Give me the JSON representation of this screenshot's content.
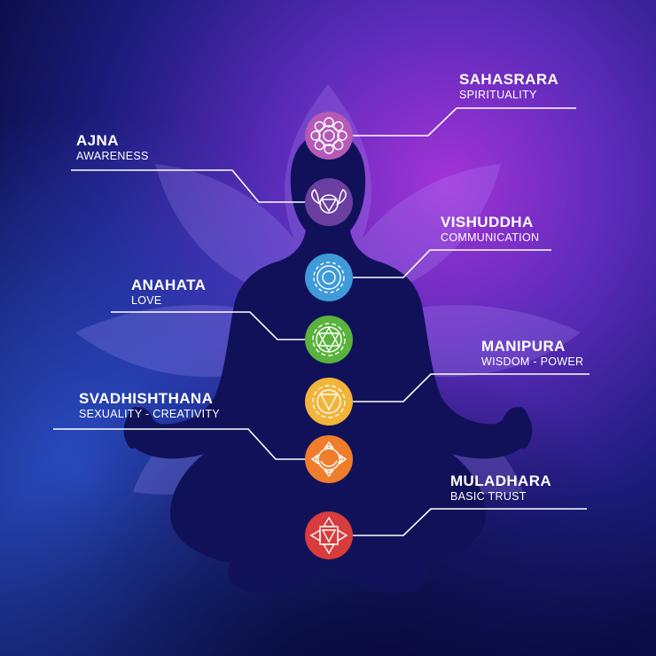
{
  "chakras": [
    {
      "key": "sahasrara",
      "name": "SAHASRARA",
      "meaning": "SPIRITUALITY",
      "color": "#b45bb7",
      "side": "right"
    },
    {
      "key": "ajna",
      "name": "AJNA",
      "meaning": "AWARENESS",
      "color": "#6a3fa0",
      "side": "left"
    },
    {
      "key": "vishuddha",
      "name": "VISHUDDHA",
      "meaning": "COMMUNICATION",
      "color": "#3f9ad8",
      "side": "right"
    },
    {
      "key": "anahata",
      "name": "ANAHATA",
      "meaning": "LOVE",
      "color": "#59b33c",
      "side": "left"
    },
    {
      "key": "manipura",
      "name": "MANIPURA",
      "meaning": "WISDOM - POWER",
      "color": "#f2b43a",
      "side": "right"
    },
    {
      "key": "svadhishthana",
      "name": "SVADHISHTHANA",
      "meaning": "SEXUALITY - CREATIVITY",
      "color": "#ef7d2c",
      "side": "left"
    },
    {
      "key": "muladhara",
      "name": "MULADHARA",
      "meaning": "BASIC TRUST",
      "color": "#d83c3c",
      "side": "right"
    }
  ],
  "colors": {
    "background_deep": "#0d0f52",
    "background_glow": "#8a2fd0",
    "silhouette": "#101052",
    "lotus": "#9d7fe6",
    "line": "#ffffff"
  }
}
